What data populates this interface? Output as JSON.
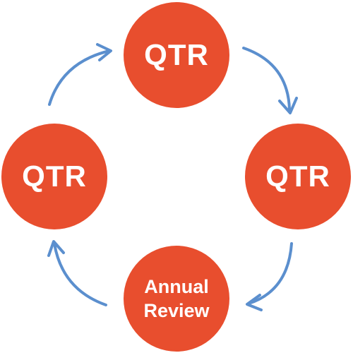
{
  "colors": {
    "node_fill": "#E84E2E",
    "node_text": "#FFFFFF",
    "arrow": "#5B8FCE",
    "background": "#FFFFFF"
  },
  "nodes": {
    "top": {
      "label": "QTR"
    },
    "right": {
      "label": "QTR"
    },
    "bottom": {
      "label": "Annual\nReview"
    },
    "left": {
      "label": "QTR"
    }
  },
  "arrows": [
    {
      "from": "top",
      "to": "right",
      "icon": "curved-arrow-icon"
    },
    {
      "from": "right",
      "to": "bottom",
      "icon": "curved-arrow-icon"
    },
    {
      "from": "bottom",
      "to": "left",
      "icon": "curved-arrow-icon"
    },
    {
      "from": "left",
      "to": "top",
      "icon": "curved-arrow-icon"
    }
  ]
}
